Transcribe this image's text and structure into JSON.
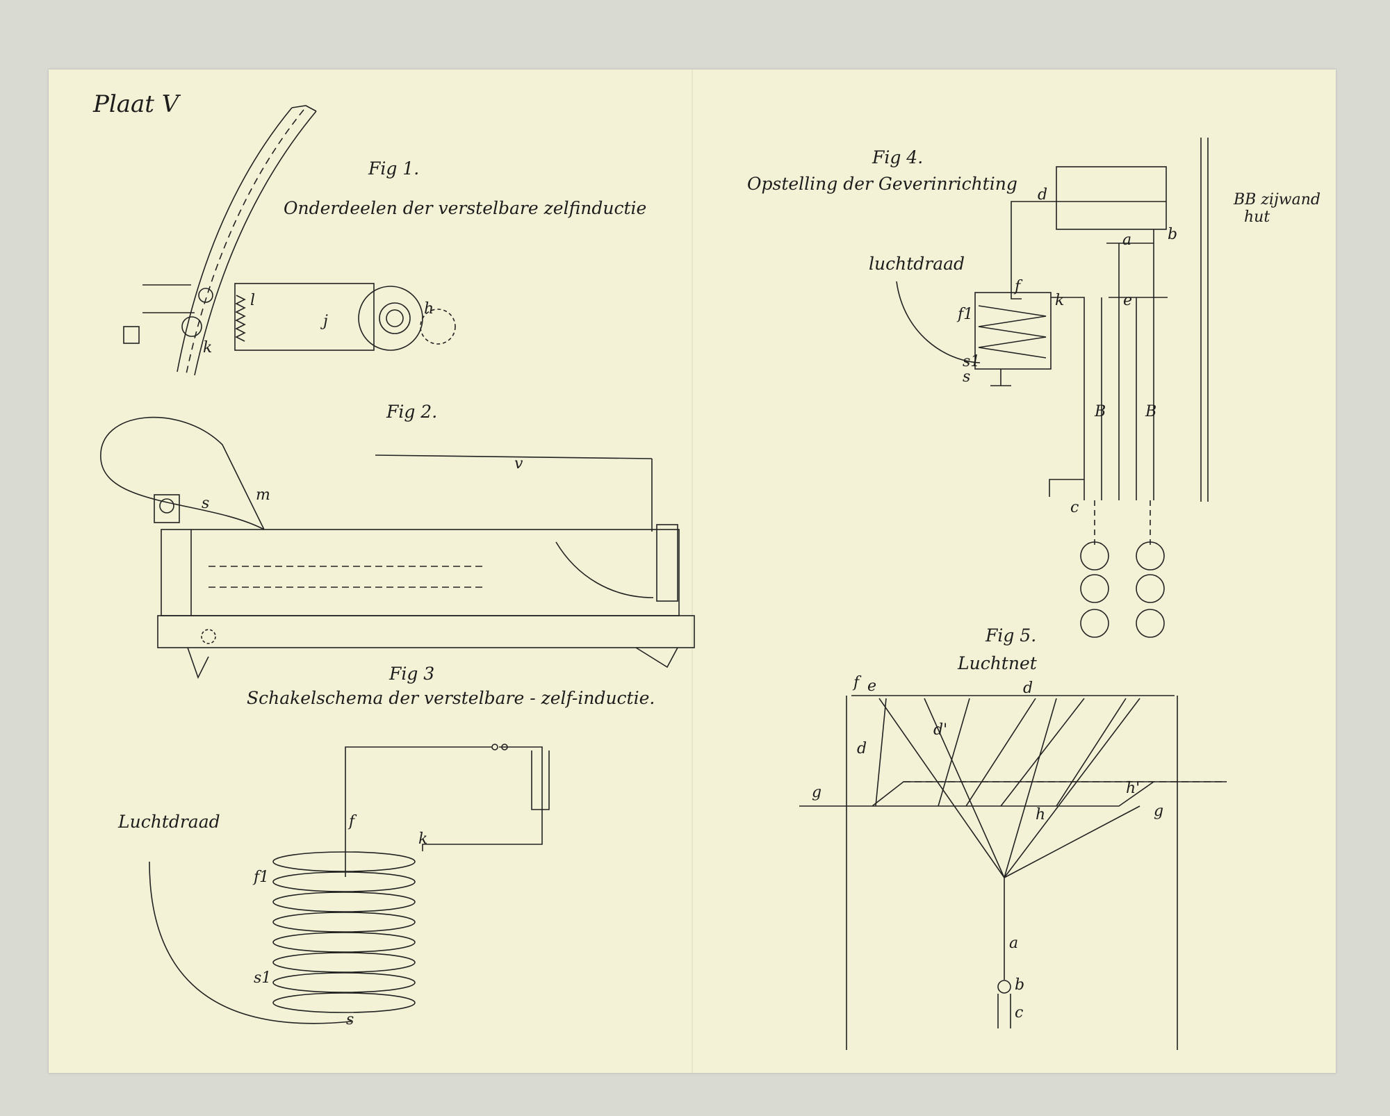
{
  "plate": "Plaat V",
  "fig1": {
    "title": "Fig 1.",
    "subtitle": "Onderdeelen der verstelbare zelfinductie",
    "labels": [
      "l",
      "j",
      "k",
      "h"
    ]
  },
  "fig2": {
    "title": "Fig 2.",
    "labels": [
      "s",
      "m",
      "v"
    ]
  },
  "fig3": {
    "title": "Fig 3",
    "subtitle": "Schakelschema der verstelbare - zelf-inductie.",
    "aerial": "Luchtdraad",
    "labels": [
      "f",
      "k",
      "f1",
      "s1",
      "s"
    ]
  },
  "fig4": {
    "title": "Fig 4.",
    "subtitle": "Opstelling der Geverinrichting",
    "aerial": "luchtdraad",
    "wall": "BB zijwand",
    "wall2": "hut",
    "labels": [
      "d",
      "b",
      "a",
      "f",
      "k",
      "f1",
      "s1",
      "s",
      "e",
      "B",
      "c"
    ]
  },
  "fig5": {
    "title": "Fig 5.",
    "subtitle": "Luchtnet",
    "labels": [
      "f",
      "e",
      "d",
      "d'",
      "d",
      "g",
      "h",
      "h'",
      "g",
      "a",
      "b",
      "c"
    ]
  }
}
